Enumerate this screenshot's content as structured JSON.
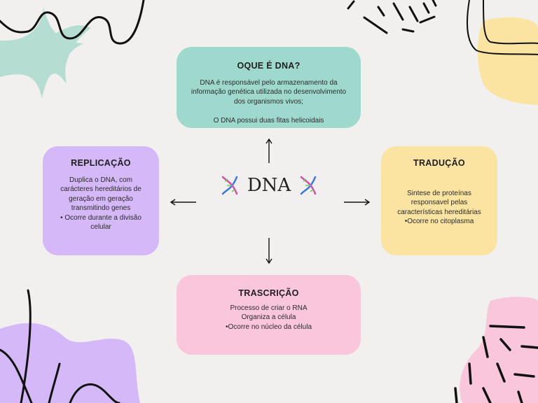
{
  "center": {
    "title": "DNA"
  },
  "nodes": {
    "top": {
      "title": "OQUE É DNA?",
      "body": "DNA é responsável pelo armazenamento da informação genética utilizada no desenvolvimento dos organismos vivos;\n\nO DNA possui duas fitas helicoidais"
    },
    "left": {
      "title": "REPLICAÇÃO",
      "body": "Duplica o DNA, com carácteres hereditários de geração em geração transmitindo genes\n• Ocorre durante a divisão celular"
    },
    "right": {
      "title": "TRADUÇÃO",
      "body": "Sintese de proteínas responsavel pelas características hereditárias\n•Ocorre no citoplasma"
    },
    "bottom": {
      "title": "TRASCRIÇÃO",
      "body": "Processo de criar o RNA\nOrganiza a célula\n•Ocorre no núcleo da célula"
    }
  },
  "colors": {
    "teal": "#9fd9cd",
    "lavender": "#d5b8f7",
    "yellow": "#fbe3a2",
    "pink": "#f9c6dc",
    "background": "#f1f0ee"
  }
}
